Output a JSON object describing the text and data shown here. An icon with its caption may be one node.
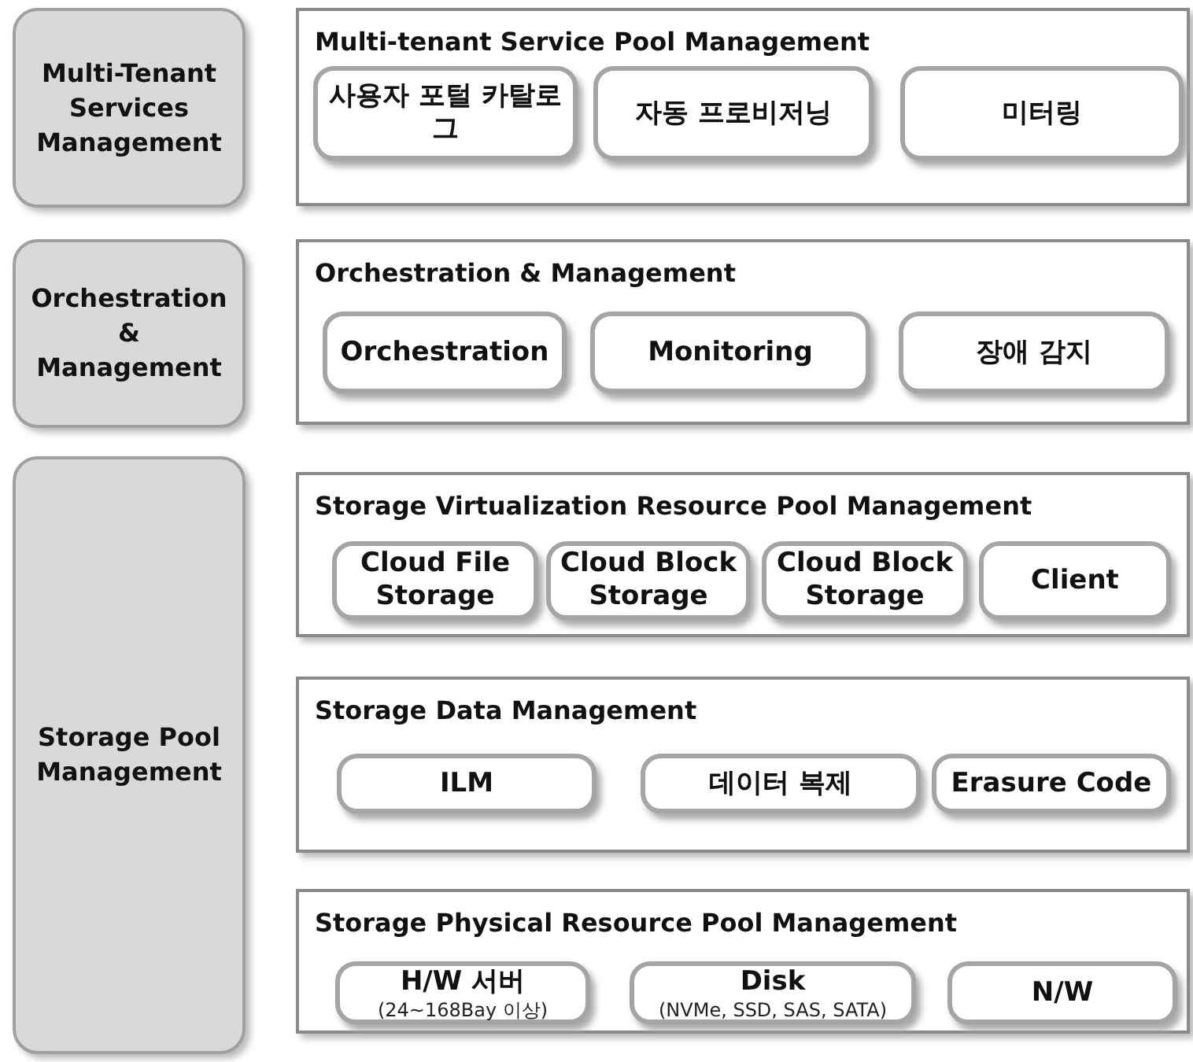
{
  "diagram": {
    "nodes": [
      {
        "text": [
          "Multi-Tenant Services Management"
        ]
      },
      {
        "text": [
          "Multi-tenant Service Pool Management"
        ]
      },
      {
        "text": [
          "사용자 포털 카탈로그"
        ],
        "in": 1
      },
      {
        "text": [
          "자동 프로비저닝"
        ],
        "in": 1
      },
      {
        "text": [
          "미터링"
        ],
        "in": 1
      },
      {
        "text": [
          "Orchestration & Management"
        ]
      },
      {
        "text": [
          "Orchestration & Management"
        ]
      },
      {
        "text": [
          "Orchestration"
        ],
        "in": 6
      },
      {
        "text": [
          "Monitoring"
        ],
        "in": 6
      },
      {
        "text": [
          "장애 감지"
        ],
        "in": 6
      },
      {
        "text": [
          "Storage Pool Management"
        ]
      },
      {
        "text": [
          "Storage Virtualization Resource Pool Management"
        ]
      },
      {
        "text": [
          "Cloud File Storage"
        ],
        "in": 11
      },
      {
        "text": [
          "Cloud Block Storage"
        ],
        "in": 11
      },
      {
        "text": [
          "Cloud Block Storage"
        ],
        "in": 11
      },
      {
        "text": [
          "Client"
        ],
        "in": 11
      },
      {
        "text": [
          "Storage Data Management"
        ]
      },
      {
        "text": [
          "ILM"
        ],
        "in": 16
      },
      {
        "text": [
          "데이터 복제"
        ],
        "in": 16
      },
      {
        "text": [
          "Erasure Code"
        ],
        "in": 16
      },
      {
        "text": [
          "Storage Physical Resource Pool Management"
        ]
      },
      {
        "text": [
          "H/W 서버",
          "(24~168Bay 이상)"
        ],
        "in": 20
      },
      {
        "text": [
          "Disk",
          "(NVMe, SSD, SAS, SATA)"
        ],
        "in": 20
      },
      {
        "text": [
          "N/W"
        ],
        "in": 20
      }
    ],
    "edges": []
  }
}
